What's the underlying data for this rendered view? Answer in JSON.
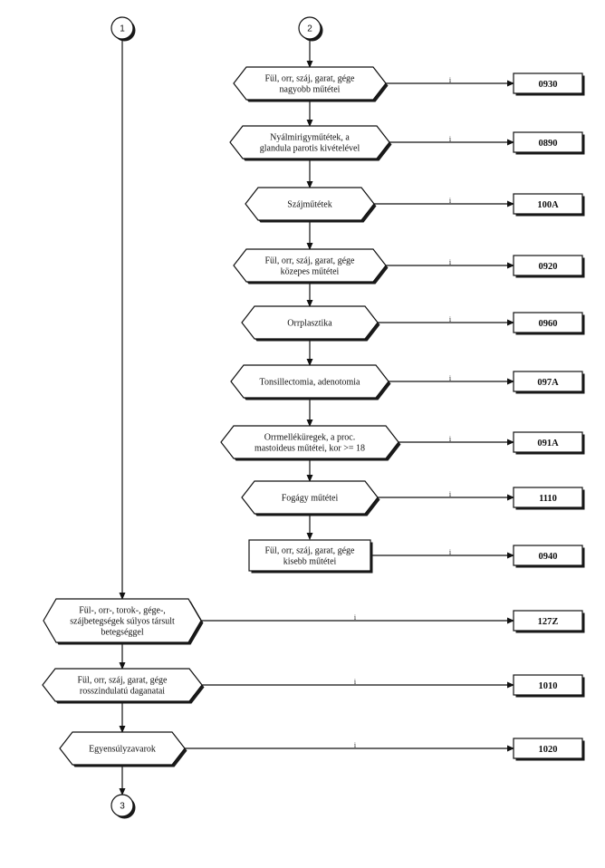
{
  "connectors": {
    "top_left": "1",
    "top_right": "2",
    "bottom": "3"
  },
  "right_column": [
    {
      "lines": [
        "Fül, orr, száj, garat, gége",
        "nagyobb műtétei"
      ],
      "branch": "i",
      "code": "0930"
    },
    {
      "lines": [
        "Nyálmirigyműtétek, a",
        "glandula parotis kivételével"
      ],
      "branch": "i",
      "code": "0890"
    },
    {
      "lines": [
        "Szájműtétek"
      ],
      "branch": "i",
      "code": "100A"
    },
    {
      "lines": [
        "Fül, orr, száj, garat, gége",
        "közepes műtétei"
      ],
      "branch": "i",
      "code": "0920"
    },
    {
      "lines": [
        "Orrplasztika"
      ],
      "branch": "i",
      "code": "0960"
    },
    {
      "lines": [
        "Tonsillectomia, adenotomia"
      ],
      "branch": "i",
      "code": "097A"
    },
    {
      "lines": [
        "Orrmelléküregek, a proc.",
        "mastoideus műtétei,  kor >= 18"
      ],
      "branch": "i",
      "code": "091A"
    },
    {
      "lines": [
        "Fogágy műtétei"
      ],
      "branch": "i",
      "code": "1110"
    }
  ],
  "right_final": {
    "lines": [
      "Fül, orr, száj, garat, gége",
      "kisebb műtétei"
    ],
    "branch": "i",
    "code": "0940"
  },
  "left_column": [
    {
      "lines": [
        "Fül-, orr-, torok-, gége-,",
        "szájbetegségek súlyos társult",
        "betegséggel"
      ],
      "branch": "i",
      "code": "127Z"
    },
    {
      "lines": [
        "Fül, orr, száj, garat, gége",
        "rosszindulatú  daganatai"
      ],
      "branch": "i",
      "code": "1010"
    },
    {
      "lines": [
        "Egyensúlyzavarok"
      ],
      "branch": "i",
      "code": "1020"
    }
  ]
}
